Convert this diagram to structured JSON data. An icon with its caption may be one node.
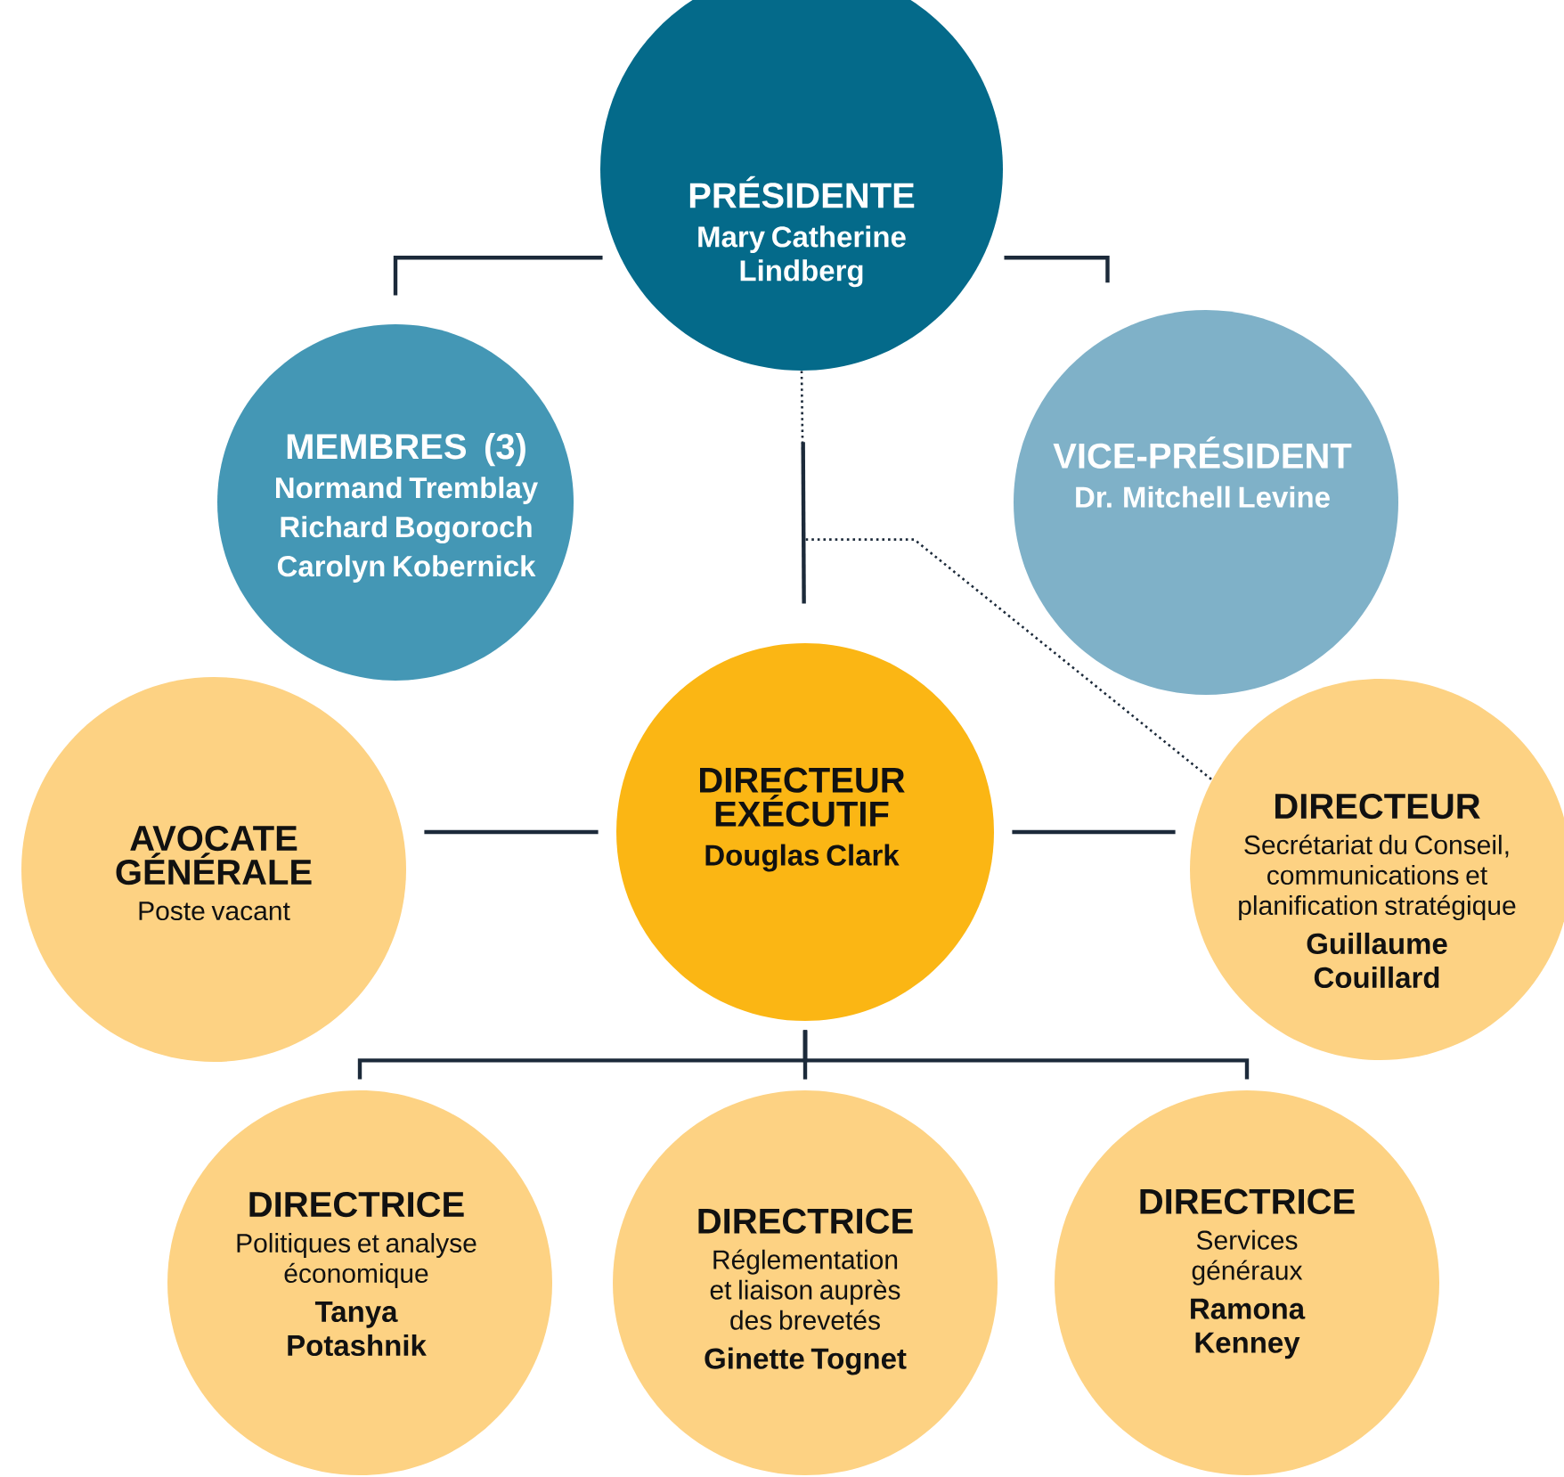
{
  "diagram": {
    "nodes": [
      {
        "text": [
          "PRÉSIDENTE",
          "Mary Catherine Lindberg"
        ]
      },
      {
        "text": [
          "MEMBRES (3)",
          "Normand Tremblay",
          "Richard Bogoroch",
          "Carolyn Kobernick"
        ]
      },
      {
        "text": [
          "VICE-PRÉSIDENT",
          "Dr. Mitchell Levine"
        ]
      },
      {
        "text": [
          "DIRECTEUR EXÉCUTIF",
          "Douglas Clark"
        ]
      },
      {
        "text": [
          "AVOCATE GÉNÉRALE",
          "Poste vacant"
        ]
      },
      {
        "text": [
          "DIRECTEUR",
          "Secrétariat du Conseil, communications et planification stratégique",
          "Guillaume Couillard"
        ]
      },
      {
        "text": [
          "DIRECTRICE",
          "Politiques et analyse économique",
          "Tanya Potashnik"
        ]
      },
      {
        "text": [
          "DIRECTRICE",
          "Réglementation et liaison auprès des brevetés",
          "Ginette Tognet"
        ]
      },
      {
        "text": [
          "DIRECTRICE",
          "Services généraux",
          "Ramona Kenney"
        ]
      }
    ],
    "edges": [
      {
        "from": 0,
        "to": 1,
        "arrow": "none"
      },
      {
        "from": 0,
        "to": 2,
        "arrow": "none"
      },
      {
        "from": 0,
        "to": 3,
        "arrow": "none"
      },
      {
        "from": 0,
        "to": 5,
        "arrow": "none",
        "style": "dashed"
      },
      {
        "from": 3,
        "to": 4,
        "arrow": "none"
      },
      {
        "from": 3,
        "to": 5,
        "arrow": "none"
      },
      {
        "from": 3,
        "to": 6,
        "arrow": "none"
      },
      {
        "from": 3,
        "to": 7,
        "arrow": "none"
      },
      {
        "from": 3,
        "to": 8,
        "arrow": "none"
      }
    ]
  }
}
